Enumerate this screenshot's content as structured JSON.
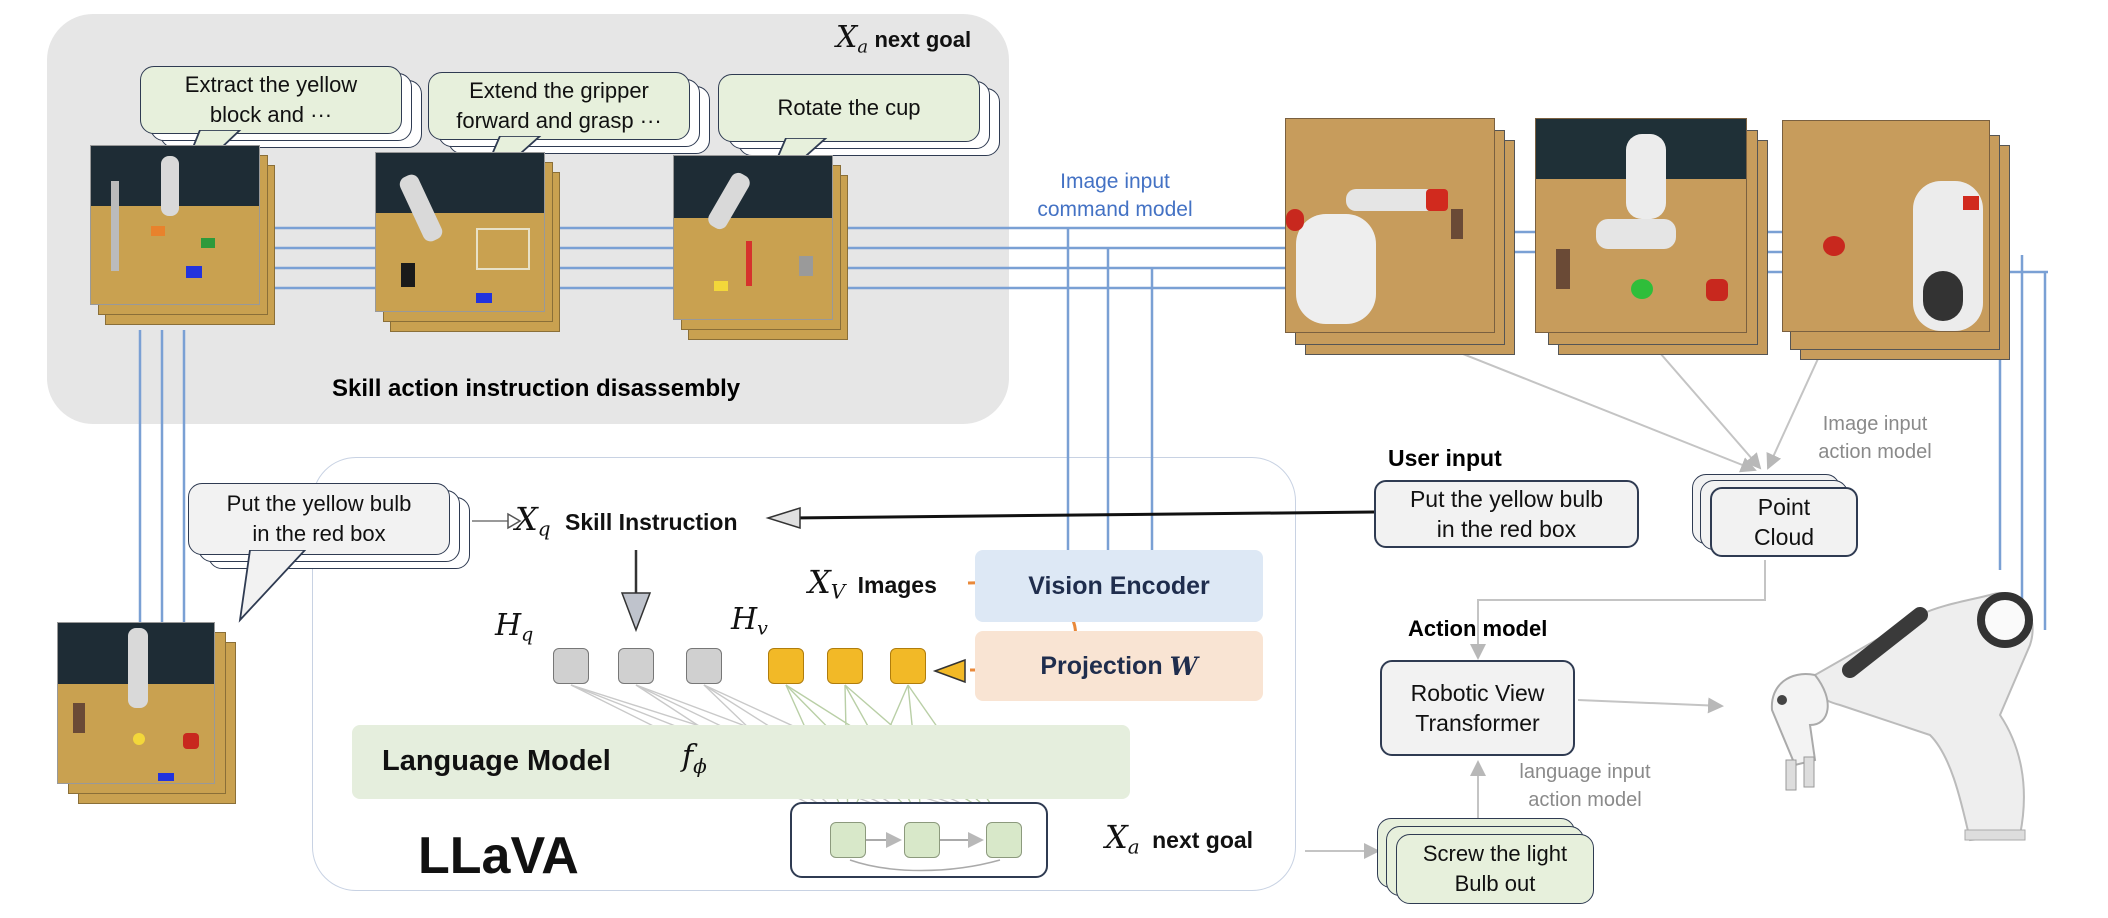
{
  "top_panel": {
    "goal_symbol": "X",
    "goal_subscript": "a",
    "goal_label": "next goal",
    "caption": "Skill action instruction disassembly",
    "bubbles": [
      {
        "text_line1": "Extract the yellow",
        "text_line2": "block and ···"
      },
      {
        "text_line1": "Extend the gripper",
        "text_line2": "forward and grasp ···"
      },
      {
        "text_line1": "Rotate the cup",
        "text_line2": ""
      }
    ]
  },
  "image_command": {
    "line1": "Image input",
    "line2": "command model"
  },
  "image_action": {
    "line1": "Image input",
    "line2": "action model"
  },
  "language_action": {
    "line1": "language input",
    "line2": "action model"
  },
  "user_input": {
    "label": "User input",
    "line1": "Put the yellow bulb",
    "line2": "in the red box"
  },
  "point_cloud": {
    "line1": "Point",
    "line2": "Cloud"
  },
  "action_model": {
    "label": "Action model",
    "line1": "Robotic View",
    "line2": "Transformer"
  },
  "screw_box": {
    "line1": "Screw the light",
    "line2": "Bulb out"
  },
  "llava": {
    "title": "LLaVA",
    "instruction_bubble": {
      "line1": "Put the yellow bulb",
      "line2": "in the red box"
    },
    "xq_symbol": "X",
    "xq_subscript": "q",
    "skill_instruction": "Skill Instruction",
    "xv_symbol": "X",
    "xv_subscript": "V",
    "images_label": "Images",
    "hq_symbol": "H",
    "hq_subscript": "q",
    "hv_symbol": "H",
    "hv_subscript": "v",
    "vision_encoder": "Vision Encoder",
    "projection_label": "Projection",
    "projection_symbol": "W",
    "language_model": "Language Model",
    "f_symbol": "f",
    "f_subscript": "ϕ",
    "xa_symbol": "X",
    "xa_subscript": "a",
    "xa_label": "next goal"
  },
  "colors": {
    "panel_gray": "#e6e6e6",
    "bubble_green": "#e7f0dc",
    "connector_blue": "#7aa0d4",
    "vision_encoder_blue": "#dde8f5",
    "projection_peach": "#f9e4d3",
    "language_model_green": "#e5eedd",
    "token_gold": "#f2b927",
    "token_gray": "#d0d0d0",
    "feed_orange": "#e9893a"
  },
  "icons": [
    "robot-arm-illustration",
    "simulation-scene-thumbnail",
    "photo-scene-thumbnail"
  ]
}
